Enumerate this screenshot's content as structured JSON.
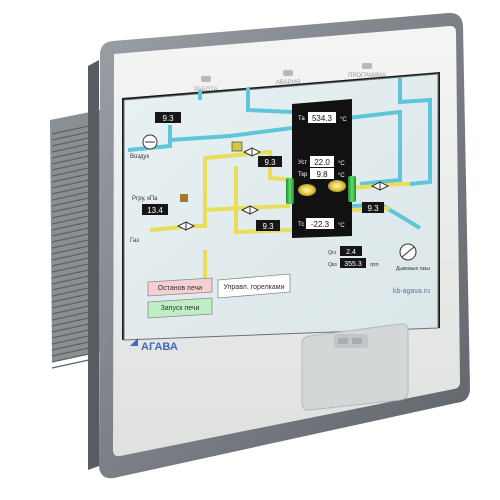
{
  "indicators": {
    "work": "РАБОТА",
    "alarm": "АВАРИЯ",
    "program": "ПРОГРАММА"
  },
  "hmi": {
    "air_label": "Воздух",
    "gas_label": "Газ",
    "pressure_label": "Ргру, кПа",
    "smoke_label": "Дымовые газы",
    "air_flow": "9.3",
    "gas_pressure": "13.4",
    "pump_value": "9.3",
    "lower_left_value": "9.3",
    "right_value": "9.3",
    "ta_label": "Та",
    "ta_value": "534.3",
    "ust_label": "Уст",
    "ust_value": "22.0",
    "tkr_label": "Ткр",
    "tkr_value": "9.8",
    "ts_label": "Тс",
    "ts_value": "-22.3",
    "deg_c": "°C",
    "qgz_label": "Qгз",
    "qgz_value": "2.4",
    "qvz_label": "Qвз",
    "qvz_value": "355.3",
    "qvz_unit": "rpm",
    "btn_stop": "Останов печи",
    "btn_start": "Запуск печи",
    "btn_burners": "Управл. горелками",
    "website": "kb-agava.ru"
  },
  "brand": {
    "name": "АГАВА"
  },
  "colors": {
    "bezel": "#7d8287",
    "faceplate": "#e9ebea",
    "screen_bg": "#e2ecee",
    "furnace": "#111111",
    "pipe_cyan": "#5ec6d6",
    "pipe_yellow": "#e8de5a",
    "value_bg": "#161616",
    "value_text": "#ffffff",
    "btn_green": "#bfeec4",
    "btn_red": "#f6cfd2",
    "brand_blue": "#3f6bb8"
  }
}
